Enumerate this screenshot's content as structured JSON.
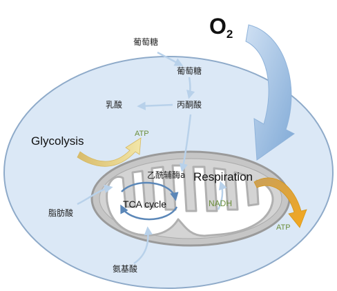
{
  "labels": {
    "o2_base": "O",
    "o2_sub": "2",
    "glucose_outside": "葡萄糖",
    "glucose_inside": "葡萄糖",
    "lactate": "乳酸",
    "pyruvate": "丙酮酸",
    "glycolysis": "Glycolysis",
    "atp_left": "ATP",
    "acetyl_coa": "乙酰辅酶a",
    "respiration": "Respiration",
    "fatty_acid": "脂肪酸",
    "tca_cycle": "TCA cycle",
    "nadh": "NADH",
    "atp_right": "ATP",
    "amino_acid": "氨基酸"
  },
  "colors": {
    "cell_fill": "#dbe8f6",
    "cell_stroke": "#8eaac9",
    "arrow_light_blue": "#b8d1ea",
    "arrow_blue": "#8fb3da",
    "cycle_blue": "#5b87b8",
    "mito_outer": "#9a9a9a",
    "mito_inner": "#b8b8b8",
    "matrix": "#ffffff",
    "glycolysis_arrow": "#e0c16a",
    "atp_arrow": "#e8a318",
    "atp_text": "#6b8e3a"
  }
}
